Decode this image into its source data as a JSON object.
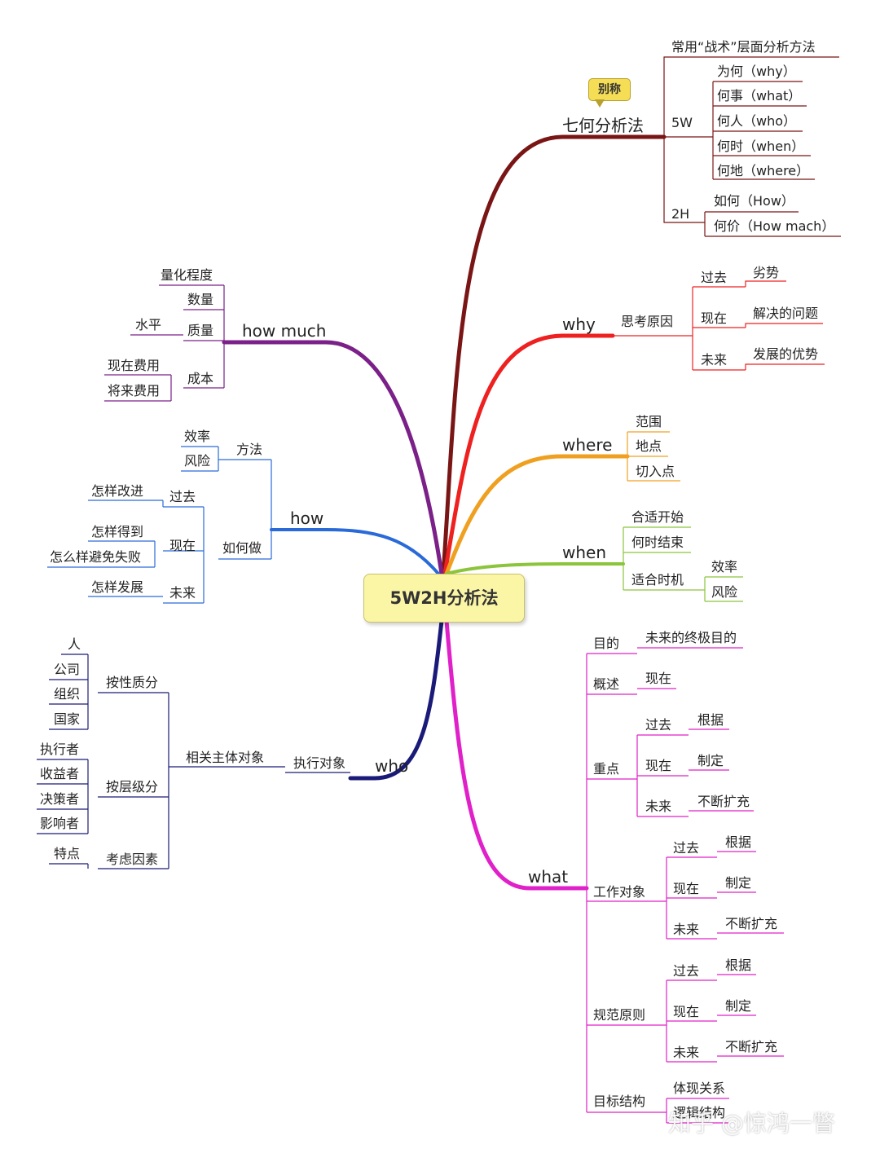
{
  "center": {
    "label": "5W2H分析法"
  },
  "alias_tag": "别称",
  "watermark": "知乎 @惊鸿一瞥",
  "branches": {
    "qihe": {
      "label": "七何分析法",
      "color": "#7a1515",
      "children": {
        "common": "常用“战术”层面分析方法",
        "five_w": {
          "label": "5W",
          "items": [
            "为何（why）",
            "何事（what）",
            "何人（who）",
            "何时（when）",
            "何地（where）"
          ]
        },
        "two_h": {
          "label": "2H",
          "items": [
            "如何（How）",
            "何价（How mach）"
          ]
        }
      }
    },
    "why": {
      "label": "why",
      "color": "#ee2020",
      "child": "思考原因",
      "items": [
        {
          "label": "过去",
          "value": "劣势"
        },
        {
          "label": "现在",
          "value": "解决的问题"
        },
        {
          "label": "未来",
          "value": "发展的优势"
        }
      ]
    },
    "where": {
      "label": "where",
      "color": "#f0a020",
      "items": [
        "范围",
        "地点",
        "切入点"
      ]
    },
    "when": {
      "label": "when",
      "color": "#8cc43c",
      "items": [
        "合适开始",
        "何时结束",
        "适合时机"
      ],
      "timing": [
        "效率",
        "风险"
      ]
    },
    "what": {
      "label": "what",
      "color": "#e020c8",
      "groups": {
        "purpose": {
          "label": "目的",
          "value": "未来的终极目的"
        },
        "overview": {
          "label": "概述",
          "value": "现在"
        },
        "focus": {
          "label": "重点",
          "items": [
            {
              "label": "过去",
              "value": "根据"
            },
            {
              "label": "现在",
              "value": "制定"
            },
            {
              "label": "未来",
              "value": "不断扩充"
            }
          ]
        },
        "work": {
          "label": "工作对象",
          "items": [
            {
              "label": "过去",
              "value": "根据"
            },
            {
              "label": "现在",
              "value": "制定"
            },
            {
              "label": "未来",
              "value": "不断扩充"
            }
          ]
        },
        "norms": {
          "label": "规范原则",
          "items": [
            {
              "label": "过去",
              "value": "根据"
            },
            {
              "label": "现在",
              "value": "制定"
            },
            {
              "label": "未来",
              "value": "不断扩充"
            }
          ]
        },
        "target": {
          "label": "目标结构",
          "items": [
            "体现关系",
            "逻辑结构"
          ]
        }
      }
    },
    "how_much": {
      "label": "how much",
      "color": "#7a2088",
      "items": {
        "degree": "量化程度",
        "quantity": "数量",
        "quality": {
          "label": "质量",
          "child": "水平"
        },
        "cost": {
          "label": "成本",
          "children": [
            "现在费用",
            "将来费用"
          ]
        }
      }
    },
    "how": {
      "label": "how",
      "color": "#2a6ad8",
      "method": {
        "label": "方法",
        "items": [
          "效率",
          "风险"
        ]
      },
      "doing": {
        "label": "如何做",
        "past": {
          "label": "过去",
          "items": [
            "怎样改进"
          ]
        },
        "now": {
          "label": "现在",
          "items": [
            "怎样得到",
            "怎么样避免失败"
          ]
        },
        "future": {
          "label": "未来",
          "items": [
            "怎样发展"
          ]
        }
      }
    },
    "who": {
      "label": "who",
      "color": "#1a1a78",
      "child": "执行对象",
      "sub": "相关主体对象",
      "groups": {
        "by_nature": {
          "label": "按性质分",
          "items": [
            "人",
            "公司",
            "组织",
            "国家"
          ]
        },
        "by_level": {
          "label": "按层级分",
          "items": [
            "执行者",
            "收益者",
            "决策者",
            "影响者"
          ]
        },
        "factors": {
          "label": "考虑因素",
          "items": [
            "特点"
          ]
        }
      }
    }
  }
}
